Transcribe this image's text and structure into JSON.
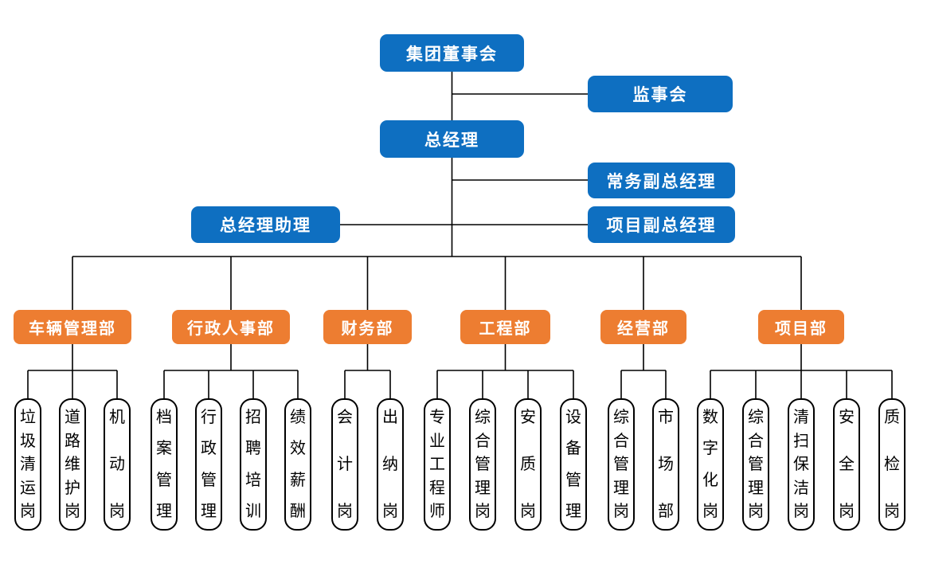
{
  "colors": {
    "blue": "#0e6fc1",
    "orange": "#ed7d31",
    "line": "#000000",
    "leaf-border": "#000000",
    "leaf-bg": "#ffffff",
    "text-light": "#ffffff",
    "text-dark": "#000000",
    "background": "#ffffff"
  },
  "executive": {
    "board": "集团董事会",
    "supervisory_board": "监事会",
    "general_manager": "总经理",
    "executive_deputy_gm": "常务副总经理",
    "gm_assistant": "总经理助理",
    "project_deputy_gm": "项目副总经理"
  },
  "departments": [
    {
      "label": "车辆管理部",
      "posts": [
        "垃圾清运岗",
        "道路维护岗",
        "机动岗"
      ]
    },
    {
      "label": "行政人事部",
      "posts": [
        "档案管理",
        "行政管理",
        "招聘培训",
        "绩效薪酬"
      ]
    },
    {
      "label": "财务部",
      "posts": [
        "会计岗",
        "出纳岗"
      ]
    },
    {
      "label": "工程部",
      "posts": [
        "专业工程师",
        "综合管理岗",
        "安质岗",
        "设备管理"
      ]
    },
    {
      "label": "经营部",
      "posts": [
        "综合管理岗",
        "市场部"
      ]
    },
    {
      "label": "项目部",
      "posts": [
        "数字化岗",
        "综合管理岗",
        "清扫保洁岗",
        "安全岗",
        "质检岗"
      ]
    }
  ]
}
